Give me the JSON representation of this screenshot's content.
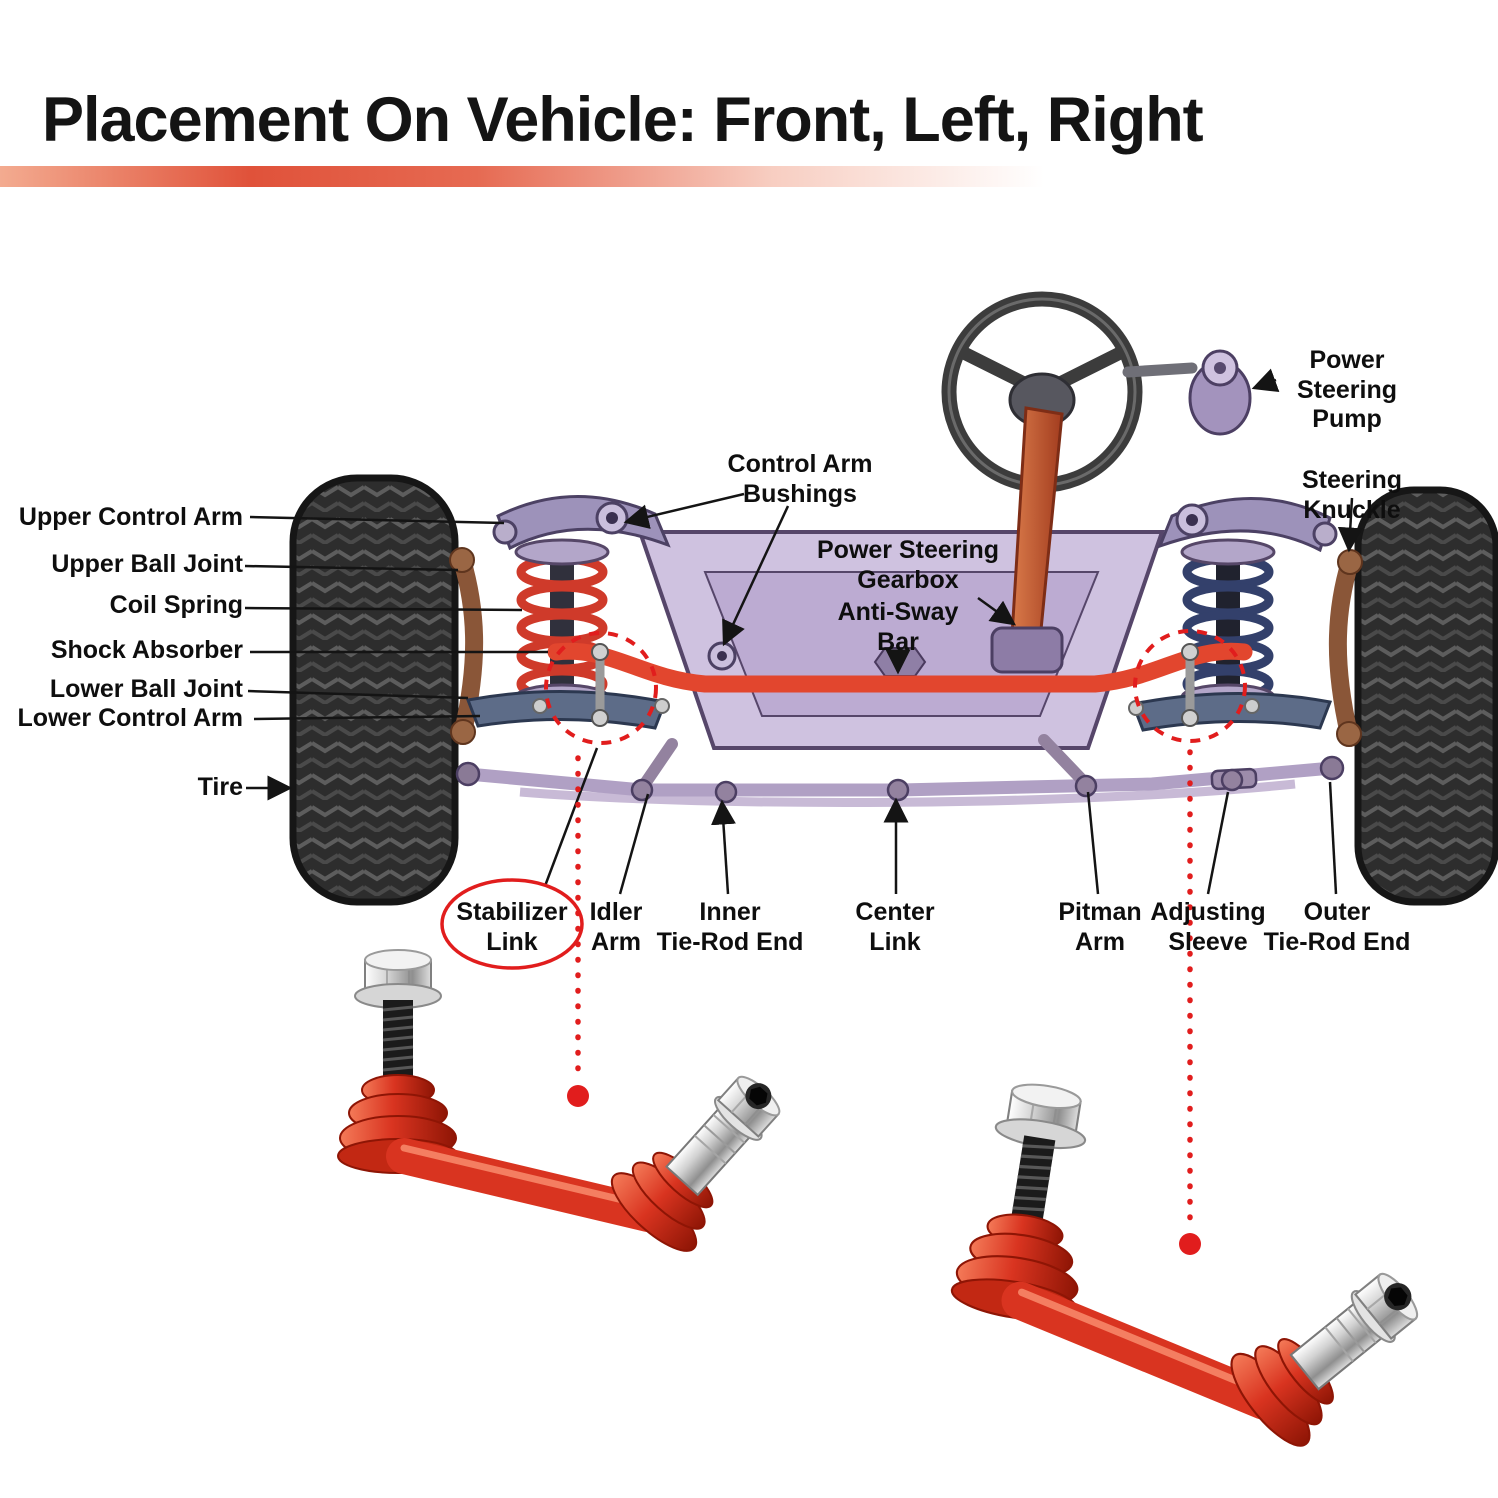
{
  "title": "Placement On Vehicle: Front, Left, Right",
  "colors": {
    "accent_red": "#e2462e",
    "annotation_red": "#e11d1d",
    "text_black": "#111111",
    "frame_purple": "#cfc2e0",
    "spring_red": "#cf3a2a",
    "spring_blue": "#33406b",
    "product_red": "#d93420",
    "metal_silver": "#c9c9c9"
  },
  "diagram_labels": {
    "upper_control_arm": "Upper Control Arm",
    "upper_ball_joint": "Upper Ball Joint",
    "coil_spring": "Coil Spring",
    "shock_absorber": "Shock Absorber",
    "lower_ball_joint": "Lower Ball Joint",
    "lower_control_arm": "Lower Control Arm",
    "tire": "Tire",
    "control_arm_bushings": "Control Arm\nBushings",
    "power_steering_pump": "Power Steering\nPump",
    "steering_knuckle": "Steering Knuckle",
    "power_steering_gearbox": "Power Steering\nGearbox",
    "anti_sway_bar": "Anti-Sway\nBar",
    "stabilizer_link": "Stabilizer\nLink",
    "idler_arm": "Idler\nArm",
    "inner_tie_rod_end": "Inner\nTie-Rod End",
    "center_link": "Center\nLink",
    "pitman_arm": "Pitman\nArm",
    "adjusting_sleeve": "Adjusting\nSleeve",
    "outer_tie_rod_end": "Outer\nTie-Rod End"
  }
}
